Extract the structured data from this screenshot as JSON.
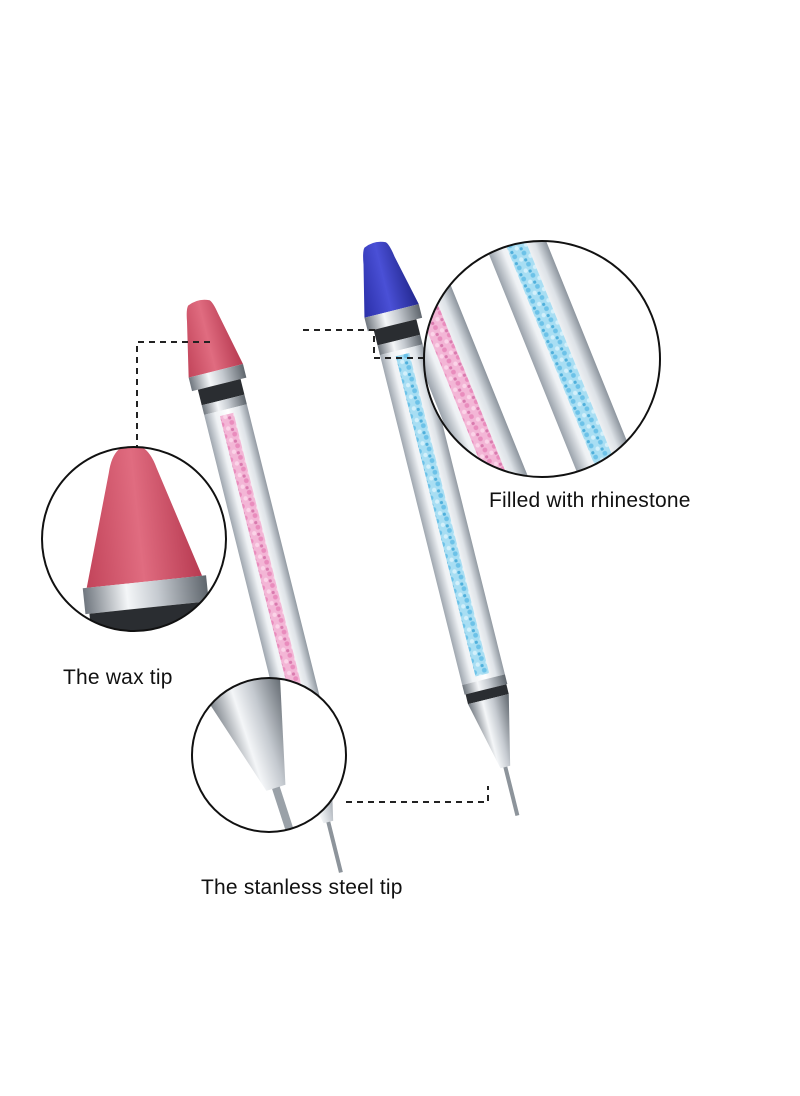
{
  "captions": {
    "wax_tip": "The wax tip",
    "steel_tip": "The stanless steel tip",
    "rhinestone": "Filled with rhinestone"
  },
  "colors": {
    "background": "#ffffff",
    "wax_tip_pink": "#d9566d",
    "wax_tip_blue": "#3a3fc4",
    "rhinestone_pink": "#f2a9cf",
    "rhinestone_blue": "#8fd3ee",
    "metal": "#b9bec4",
    "callout_line": "#222222"
  },
  "icons": [
    "pen-pink-icon",
    "pen-blue-icon",
    "zoom-circle-wax",
    "zoom-circle-steel",
    "zoom-circle-rhinestone"
  ]
}
